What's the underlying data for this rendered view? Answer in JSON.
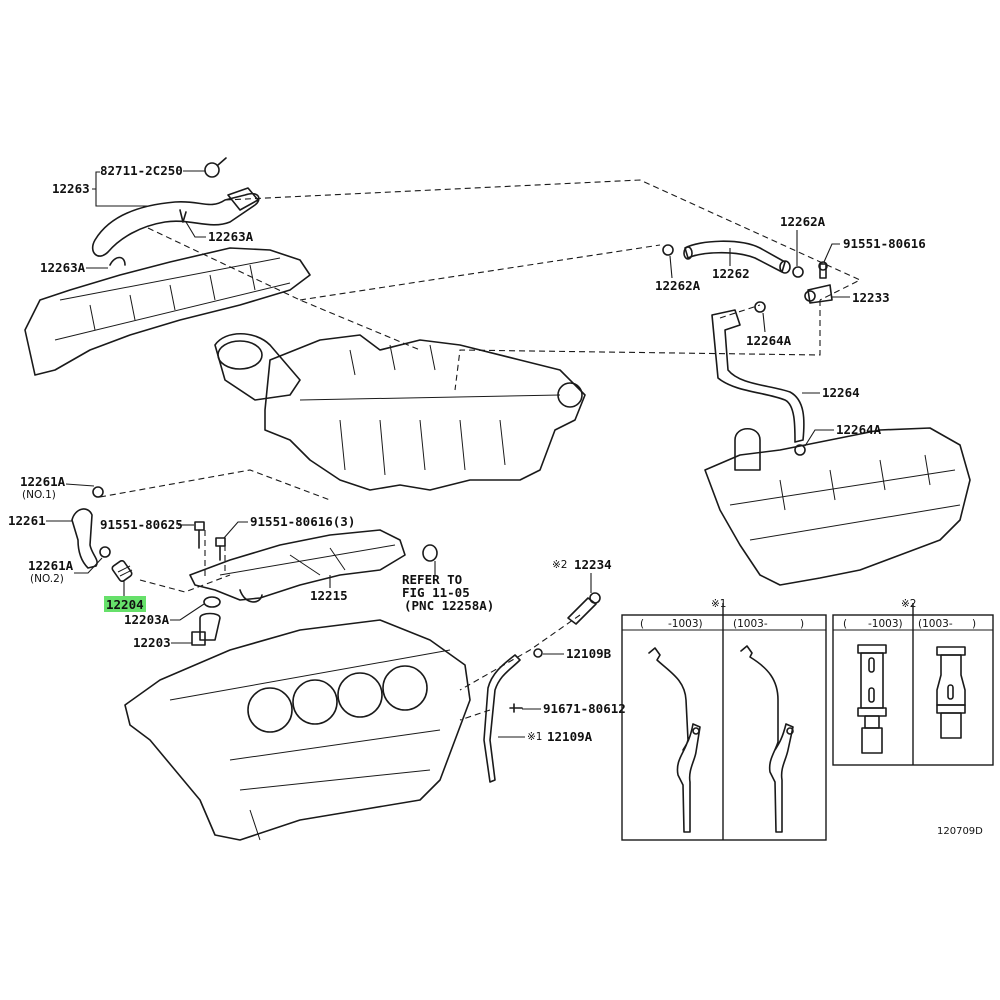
{
  "highlight_color": "#66e06a",
  "labels": {
    "p82711": "82711-2C250",
    "p12263": "12263",
    "p12263A_1": "12263A",
    "p12263A_2": "12263A",
    "p12262A_top": "12262A",
    "p91551_80616": "91551-80616",
    "p12262": "12262",
    "p12262A_left": "12262A",
    "p12233": "12233",
    "p12264A_top": "12264A",
    "p12264": "12264",
    "p12264A_bottom": "12264A",
    "p12261A_1": "12261A",
    "p12261A_1_sub": "(NO.1)",
    "p12261": "12261",
    "p91551_80625": "91551-80625",
    "p91551_80616_3": "91551-80616(3)",
    "p12261A_2": "12261A",
    "p12261A_2_sub": "(NO.2)",
    "p12204": "12204",
    "p12215": "12215",
    "p12203A": "12203A",
    "p12203": "12203",
    "refer_line1": "REFER TO",
    "refer_line2": "FIG 11-05",
    "refer_line3": "(PNC 12258A)",
    "p12234_mark": "※2",
    "p12234": "12234",
    "p12109B": "12109B",
    "p91671_80612": "91671-80612",
    "p12109A_mark": "※1",
    "p12109A": "12109A"
  },
  "variant_boxes": [
    {
      "mark": "※1",
      "columns": [
        {
          "header_open": "(",
          "header_value": "-1003)"
        },
        {
          "header_open": "(1003-",
          "header_value": ")"
        }
      ]
    },
    {
      "mark": "※2",
      "columns": [
        {
          "header_open": "(",
          "header_value": "-1003)"
        },
        {
          "header_open": "(1003-",
          "header_value": ")"
        }
      ]
    }
  ],
  "figure_id": "120709D"
}
